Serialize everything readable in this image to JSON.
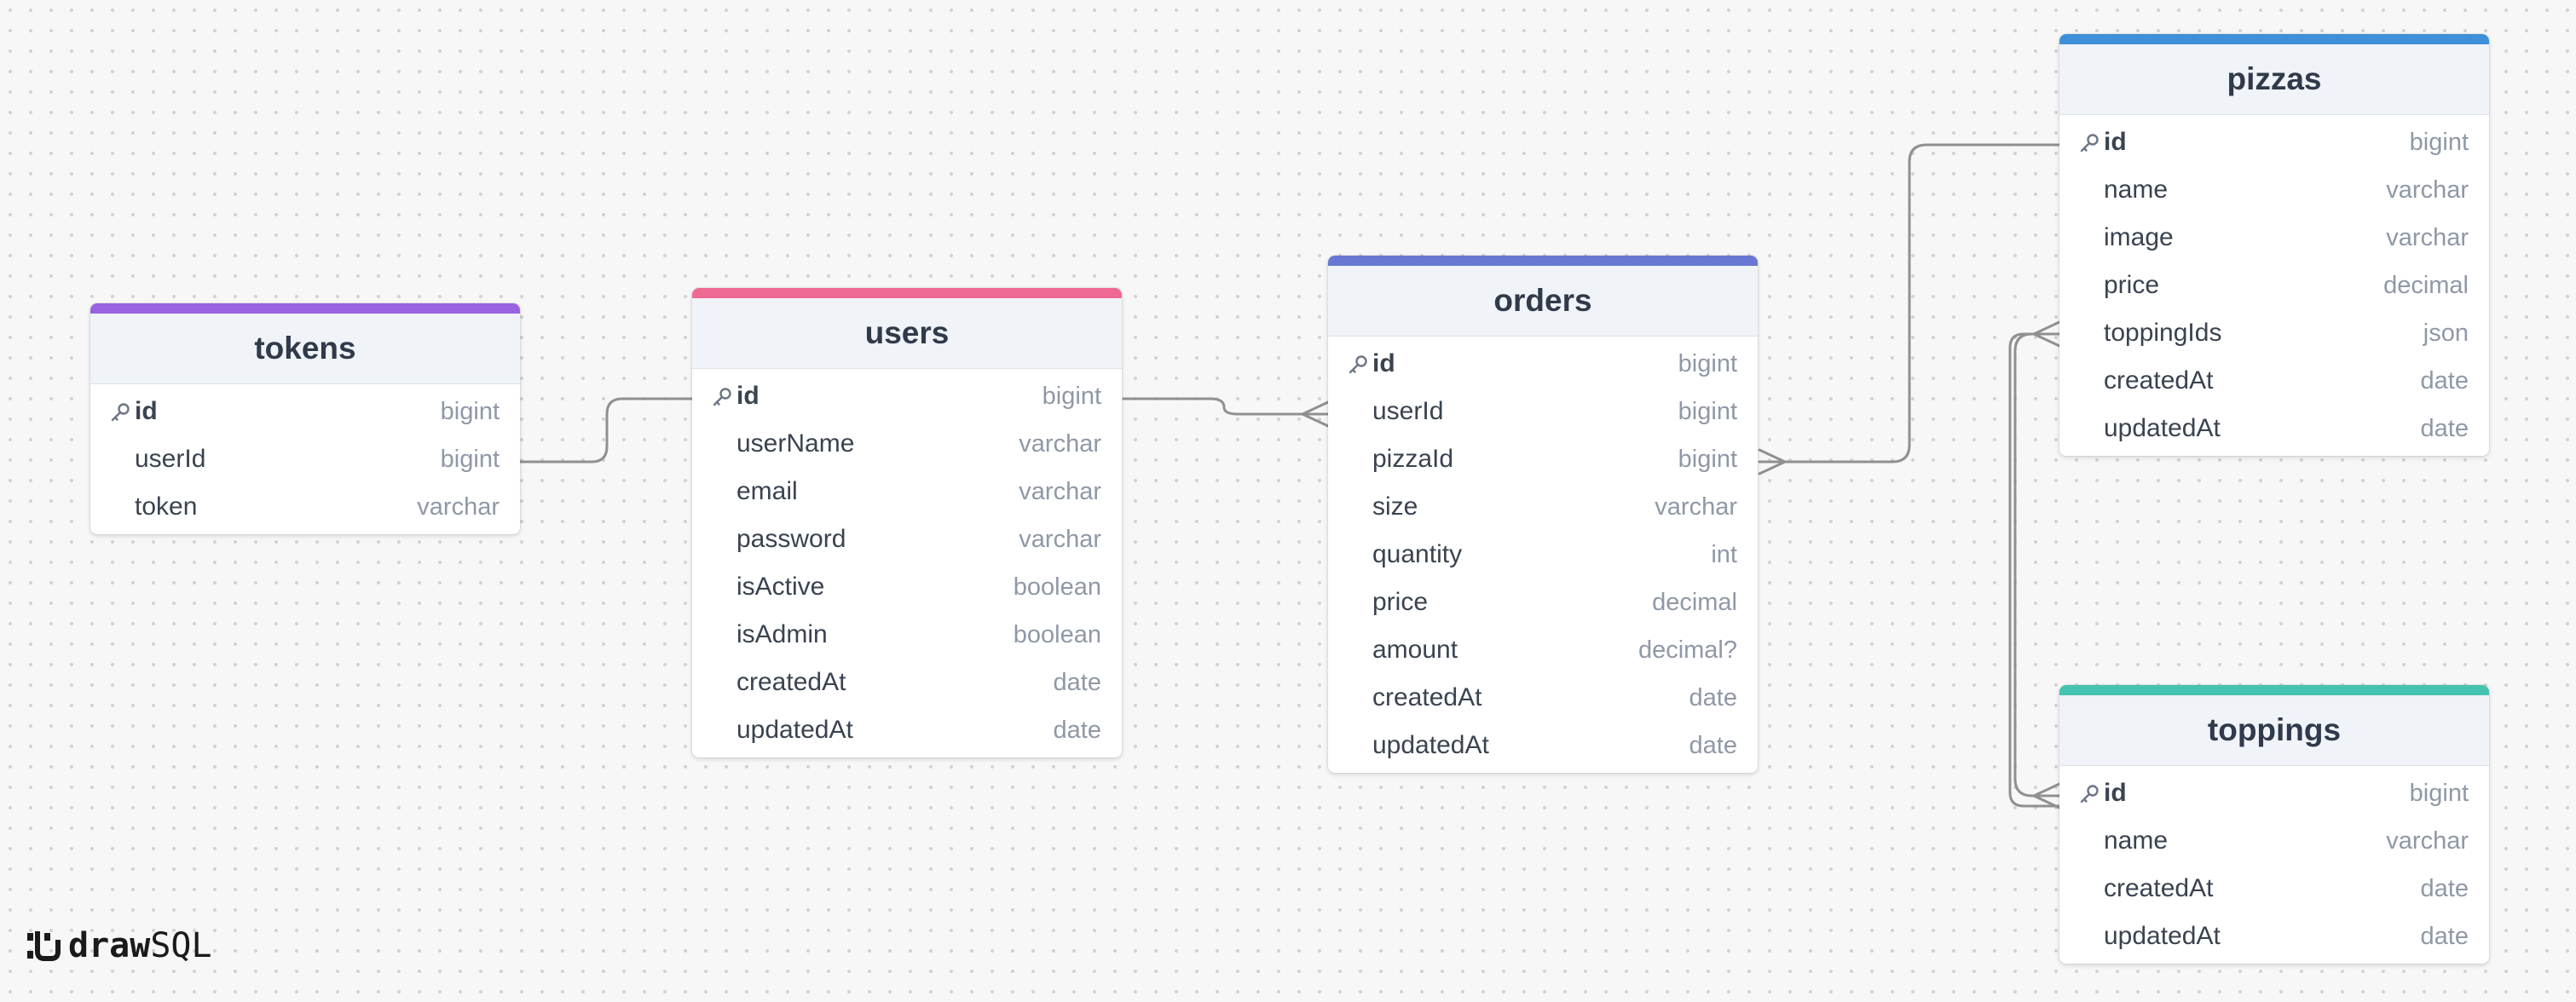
{
  "app": {
    "brand_bold": "draw",
    "brand_light": "SQL"
  },
  "colors": {
    "tokens": "#9a63e0",
    "users": "#ee6a93",
    "orders": "#6878d2",
    "pizzas": "#3f8fda",
    "toppings": "#46c3b0",
    "relation_line": "#909090"
  },
  "tables": [
    {
      "name": "tokens",
      "fields": [
        {
          "name": "id",
          "type": "bigint",
          "primary": true
        },
        {
          "name": "userId",
          "type": "bigint"
        },
        {
          "name": "token",
          "type": "varchar"
        }
      ]
    },
    {
      "name": "users",
      "fields": [
        {
          "name": "id",
          "type": "bigint",
          "primary": true
        },
        {
          "name": "userName",
          "type": "varchar"
        },
        {
          "name": "email",
          "type": "varchar"
        },
        {
          "name": "password",
          "type": "varchar"
        },
        {
          "name": "isActive",
          "type": "boolean"
        },
        {
          "name": "isAdmin",
          "type": "boolean"
        },
        {
          "name": "createdAt",
          "type": "date"
        },
        {
          "name": "updatedAt",
          "type": "date"
        }
      ]
    },
    {
      "name": "orders",
      "fields": [
        {
          "name": "id",
          "type": "bigint",
          "primary": true
        },
        {
          "name": "userId",
          "type": "bigint"
        },
        {
          "name": "pizzaId",
          "type": "bigint"
        },
        {
          "name": "size",
          "type": "varchar"
        },
        {
          "name": "quantity",
          "type": "int"
        },
        {
          "name": "price",
          "type": "decimal"
        },
        {
          "name": "amount",
          "type": "decimal?"
        },
        {
          "name": "createdAt",
          "type": "date"
        },
        {
          "name": "updatedAt",
          "type": "date"
        }
      ]
    },
    {
      "name": "pizzas",
      "fields": [
        {
          "name": "id",
          "type": "bigint",
          "primary": true
        },
        {
          "name": "name",
          "type": "varchar"
        },
        {
          "name": "image",
          "type": "varchar"
        },
        {
          "name": "price",
          "type": "decimal"
        },
        {
          "name": "toppingIds",
          "type": "json"
        },
        {
          "name": "createdAt",
          "type": "date"
        },
        {
          "name": "updatedAt",
          "type": "date"
        }
      ]
    },
    {
      "name": "toppings",
      "fields": [
        {
          "name": "id",
          "type": "bigint",
          "primary": true
        },
        {
          "name": "name",
          "type": "varchar"
        },
        {
          "name": "createdAt",
          "type": "date"
        },
        {
          "name": "updatedAt",
          "type": "date"
        }
      ]
    }
  ],
  "relations": [
    {
      "from": "tokens.userId",
      "to": "users.id",
      "cardinality": "one-to-one"
    },
    {
      "from": "users.id",
      "to": "orders.userId",
      "cardinality": "one-to-many"
    },
    {
      "from": "orders.pizzaId",
      "to": "pizzas.id",
      "cardinality": "many-to-one"
    },
    {
      "from": "pizzas.toppingIds",
      "to": "toppings.id",
      "cardinality": "many-to-many"
    }
  ]
}
